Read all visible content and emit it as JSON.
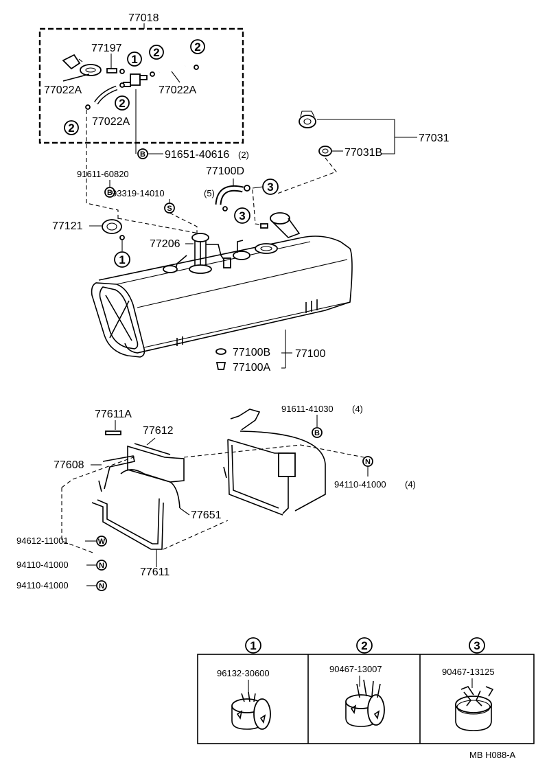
{
  "diagram_code": "MB H088-A",
  "clamp_labels": [
    "1",
    "2",
    "3"
  ],
  "symbols": {
    "bolt": "B",
    "screw": "S",
    "nut": "N",
    "washer": "W"
  },
  "parts_top": {
    "p77018": "77018",
    "p77197": "77197",
    "p77022A_left": "77022A",
    "p77022A_right": "77022A",
    "p77022A_lower": "77022A",
    "p91651": "91651-40616",
    "p91651_qty": "(2)",
    "p77031": "77031",
    "p77031B": "77031B",
    "p91611_60820": "91611-60820",
    "p77100D": "77100D",
    "p93319": "93319-14010",
    "p93319_qty": "(5)",
    "p77121": "77121",
    "p77206": "77206",
    "p77100B": "77100B",
    "p77100": "77100",
    "p77100A": "77100A"
  },
  "parts_bottom": {
    "p77611A": "77611A",
    "p77612": "77612",
    "p91611_41030": "91611-41030",
    "p91611_41030_qty": "(4)",
    "p77608": "77608",
    "p94110_41000_right": "94110-41000",
    "p94110_41000_right_qty": "(4)",
    "p77651": "77651",
    "p94612": "94612-11001",
    "p94110_a": "94110-41000",
    "p94110_b": "94110-41000",
    "p77611": "77611"
  },
  "clamp_legend": {
    "c1_part": "96132-30600",
    "c2_part": "90467-13007",
    "c3_part": "90467-13125"
  }
}
